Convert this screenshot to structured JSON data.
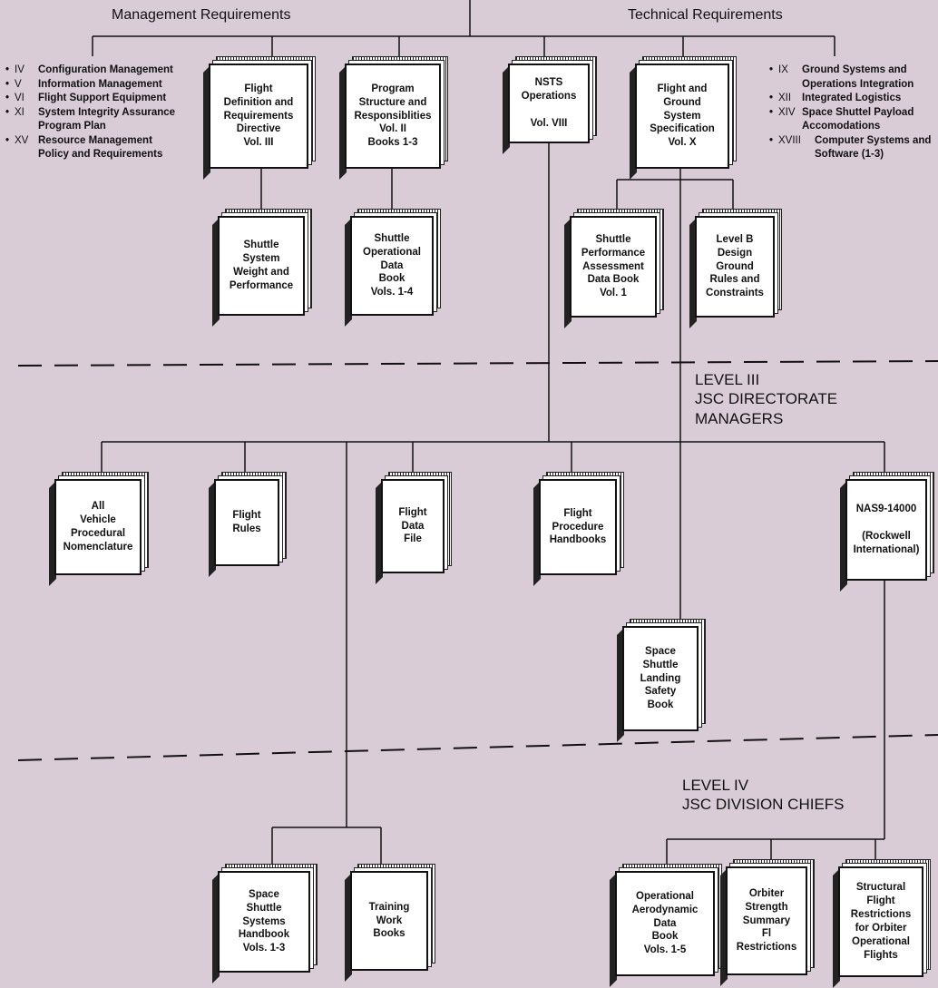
{
  "headers": {
    "management": "Management Requirements",
    "technical": "Technical Requirements"
  },
  "management_list": [
    {
      "num": "IV",
      "text": "Configuration Management"
    },
    {
      "num": "V",
      "text": "Information Management"
    },
    {
      "num": "VI",
      "text": "Flight Support Equipment"
    },
    {
      "num": "XI",
      "text": "System Integrity Assurance\nProgram Plan"
    },
    {
      "num": "XV",
      "text": "Resource Management\nPolicy and Requirements"
    }
  ],
  "technical_list": [
    {
      "num": "IX",
      "text": "Ground Systems and\nOperations Integration"
    },
    {
      "num": "XII",
      "text": "Integrated Logistics"
    },
    {
      "num": "XIV",
      "text": "Space Shuttel Payload\nAccomodations"
    },
    {
      "num": "XVIII",
      "text": "Computer Systems and\nSoftware (1-3)"
    }
  ],
  "levels": {
    "level3": "LEVEL III\nJSC DIRECTORATE\nMANAGERS",
    "level4": "LEVEL IV\nJSC DIVISION CHIEFS"
  },
  "books": {
    "flight_def": "Flight\nDefinition and\nRequirements\nDirective\nVol. III",
    "program_structure": "Program\nStructure and\nResponsiblities\nVol. II\nBooks 1-3",
    "nsts_ops": "NSTS\nOperations\n\nVol. VIII",
    "flight_ground_spec": "Flight and\nGround\nSystem\nSpecification\nVol. X",
    "weight_perf": "Shuttle\nSystem\nWeight and\nPerformance",
    "op_data_book": "Shuttle\nOperational\nData\nBook\nVols. 1-4",
    "perf_assessment": "Shuttle\nPerformance\nAssessment\nData Book\nVol. 1",
    "level_b": "Level B\nDesign\nGround\nRules and\nConstraints",
    "nomenclature": "All\nVehicle\nProcedural\nNomenclature",
    "flight_rules": "Flight\nRules",
    "flight_data_file": "Flight\nData\nFile",
    "procedure_handbooks": "Flight\nProcedure\nHandbooks",
    "nas9": "NAS9-14000\n\n(Rockwell\nInternational)",
    "landing_safety": "Space\nShuttle\nLanding\nSafety\nBook",
    "systems_handbook": "Space\nShuttle\nSystems\nHandbook\nVols. 1-3",
    "training_workbooks": "Training\nWork\nBooks",
    "aero_data": "Operational\nAerodynamic\nData\nBook\nVols. 1-5",
    "orbiter_strength": "Orbiter\nStrength\nSummary\nFl\nRestrictions",
    "structural_restrictions": "Structural\nFlight\nRestrictions\nfor Orbiter\nOperational\nFlights"
  },
  "colors": {
    "background": "#d9ccd6",
    "ink": "#111111"
  }
}
